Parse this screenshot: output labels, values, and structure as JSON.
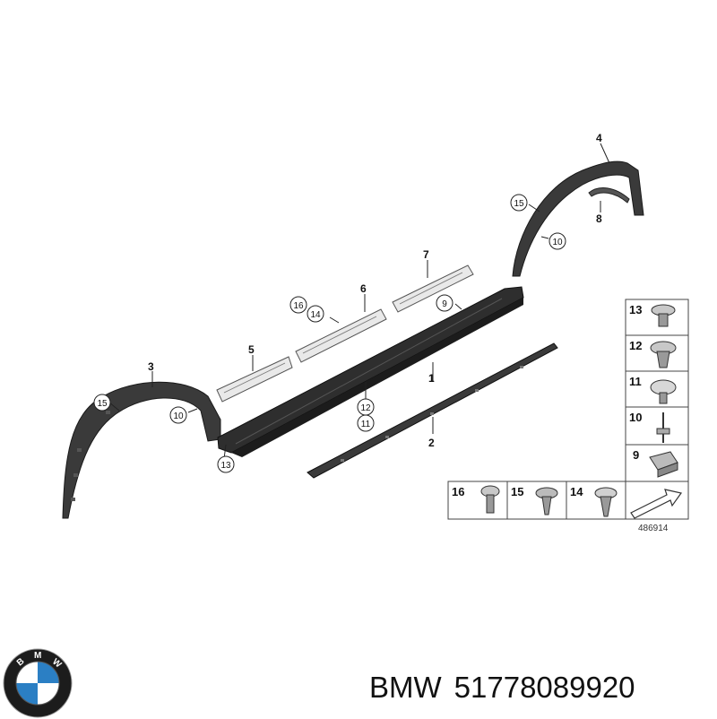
{
  "diagram": {
    "callouts": {
      "n1": "1",
      "n2": "2",
      "n3": "3",
      "n4": "4",
      "n5": "5",
      "n6": "6",
      "n7": "7",
      "n8": "8"
    },
    "bubbles": {
      "b15_left": "15",
      "b10_left": "10",
      "b13_bottom": "13",
      "b16_mid": "16",
      "b14_mid": "14",
      "b9_mid": "9",
      "b12_mid": "12",
      "b11_mid": "11",
      "b15_right": "15",
      "b10_right": "10"
    },
    "legend": {
      "items": [
        "13",
        "12",
        "11",
        "10",
        "9"
      ],
      "bottom_items": [
        "16",
        "15",
        "14"
      ],
      "ref": "486914"
    }
  },
  "caption": {
    "brand": "BMW",
    "part_number": "51778089920"
  },
  "brand_logo": {
    "letters": [
      "B",
      "M",
      "W"
    ],
    "colors": {
      "blue": "#2b7fc4",
      "ring": "#1c1c1c",
      "white": "#ffffff"
    }
  }
}
